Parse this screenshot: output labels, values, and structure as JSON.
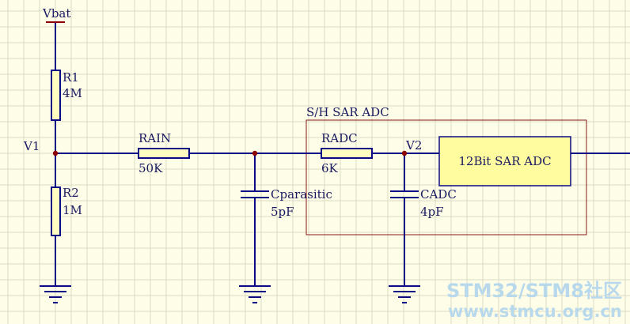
{
  "colors": {
    "background": "#fefee8",
    "grid": "#d9d9c6",
    "wire": "#0b0b86",
    "component_outline": "#0b0b86",
    "resistor_fill": "#fffec0",
    "junction": "#8b0000",
    "power_symbol": "#8b0000",
    "adc_box_outline": "#8b1a1a",
    "adc_block_fill": "#fffc9f",
    "label": "#1a1a60",
    "watermark": "#b8d8ec"
  },
  "nets": {
    "vbat": "Vbat",
    "v1": "V1",
    "v2": "V2"
  },
  "components": {
    "r1": {
      "designator": "R1",
      "value": "4M"
    },
    "r2": {
      "designator": "R2",
      "value": "1M"
    },
    "rain": {
      "designator": "RAIN",
      "value": "50K"
    },
    "cparasitic": {
      "designator": "Cparasitic",
      "value": "5pF"
    },
    "radc": {
      "designator": "RADC",
      "value": "6K"
    },
    "cadc": {
      "designator": "CADC",
      "value": "4pF"
    }
  },
  "sar_adc": {
    "group_title": "S/H SAR ADC",
    "block_label": "12Bit SAR ADC"
  },
  "watermark": {
    "line1": "STM32/STM8社区",
    "line2": "www.stmcu.org.cn"
  }
}
